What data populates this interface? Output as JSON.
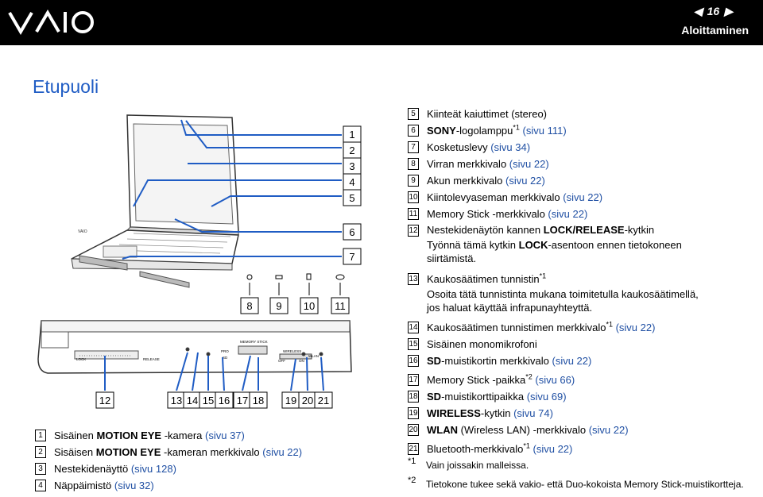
{
  "header": {
    "brand": "VAIO",
    "page_number": "16",
    "section": "Aloittaminen"
  },
  "page_title": "Etupuoli",
  "callouts": {
    "top": [
      "1",
      "2",
      "3",
      "4",
      "5",
      "6",
      "7"
    ],
    "mid": [
      "8",
      "9",
      "10",
      "11"
    ],
    "bottom": [
      "12",
      "13",
      "14",
      "15",
      "16",
      "17",
      "18",
      "19",
      "20",
      "21"
    ]
  },
  "front_labels": {
    "lock": "LOCK",
    "release": "RELEASE",
    "memory_stick": "MEMORY STICK",
    "pro": "PRO",
    "sd": "SD",
    "wireless": "WIRELESS",
    "wlan": "WLAN",
    "off": "OFF",
    "on": "ON",
    "vaio": "VAIO"
  },
  "left_items": [
    {
      "key": "1",
      "pre": "Sisäinen ",
      "bold": "MOTION EYE",
      "post": " -kamera ",
      "link": "(sivu 37)"
    },
    {
      "key": "2",
      "pre": "Sisäisen ",
      "bold": "MOTION EYE",
      "post": " -kameran merkkivalo ",
      "link": "(sivu 22)"
    },
    {
      "key": "3",
      "pre": "Nestekidenäyttö ",
      "bold": "",
      "post": "",
      "link": "(sivu 128)"
    },
    {
      "key": "4",
      "pre": "Näppäimistö ",
      "bold": "",
      "post": "",
      "link": "(sivu 32)"
    }
  ],
  "right_items": [
    {
      "key": "5",
      "pre": "Kiinteät kaiuttimet (stereo)",
      "bold": "",
      "post": "",
      "sup": "",
      "link": ""
    },
    {
      "key": "6",
      "pre": "",
      "bold": "SONY",
      "post": "-logolamppu",
      "sup": "*1",
      "link": " (sivu 111)"
    },
    {
      "key": "7",
      "pre": "Kosketuslevy ",
      "bold": "",
      "post": "",
      "sup": "",
      "link": "(sivu 34)"
    },
    {
      "key": "8",
      "pre": "Virran merkkivalo ",
      "bold": "",
      "post": "",
      "sup": "",
      "link": "(sivu 22)"
    },
    {
      "key": "9",
      "pre": "Akun merkkivalo ",
      "bold": "",
      "post": "",
      "sup": "",
      "link": "(sivu 22)"
    },
    {
      "key": "10",
      "pre": "Kiintolevyaseman merkkivalo ",
      "bold": "",
      "post": "",
      "sup": "",
      "link": "(sivu 22)"
    },
    {
      "key": "11",
      "pre": "Memory Stick -merkkivalo ",
      "bold": "",
      "post": "",
      "sup": "",
      "link": "(sivu 22)"
    },
    {
      "key": "12",
      "pre": "Nestekidenäytön kannen ",
      "bold": "LOCK/RELEASE",
      "post": "-kytkin",
      "sup": "",
      "link": "",
      "desc": [
        "Työnnä tämä kytkin ",
        "LOCK",
        "-asentoon ennen tietokoneen",
        "siirtämistä."
      ]
    },
    {
      "key": "13",
      "pre": "Kaukosäätimen tunnistin",
      "bold": "",
      "post": "",
      "sup": "*1",
      "link": "",
      "desc": [
        "Osoita tätä tunnistinta mukana toimitetulla kaukosäätimellä,",
        "jos haluat käyttää infrapunayhteyttä."
      ]
    },
    {
      "key": "14",
      "pre": "Kaukosäätimen tunnistimen merkkivalo",
      "bold": "",
      "post": "",
      "sup": "*1",
      "link": " (sivu 22)"
    },
    {
      "key": "15",
      "pre": "Sisäinen monomikrofoni",
      "bold": "",
      "post": "",
      "sup": "",
      "link": ""
    },
    {
      "key": "16",
      "pre": "",
      "bold": "SD",
      "post": "-muistikortin merkkivalo ",
      "sup": "",
      "link": "(sivu 22)"
    },
    {
      "key": "17",
      "pre": "Memory Stick -paikka",
      "bold": "",
      "post": "",
      "sup": "*2",
      "link": " (sivu 66)"
    },
    {
      "key": "18",
      "pre": "",
      "bold": "SD",
      "post": "-muistikorttipaikka ",
      "sup": "",
      "link": "(sivu 69)"
    },
    {
      "key": "19",
      "pre": "",
      "bold": "WIRELESS",
      "post": "-kytkin ",
      "sup": "",
      "link": "(sivu 74)"
    },
    {
      "key": "20",
      "pre": "",
      "bold": "WLAN",
      "post": " (Wireless LAN) -merkkivalo ",
      "sup": "",
      "link": "(sivu 22)"
    },
    {
      "key": "21",
      "pre": "Bluetooth-merkkivalo",
      "bold": "",
      "post": "",
      "sup": "*1",
      "link": " (sivu 22)"
    }
  ],
  "footnotes": [
    {
      "mark": "*1",
      "text": "Vain joissakin malleissa."
    },
    {
      "mark": "*2",
      "text": "Tietokone tukee sekä vakio- että Duo-kokoista Memory Stick-muistikortteja."
    }
  ],
  "colors": {
    "header_bg": "#000000",
    "title": "#1f5cc4",
    "link": "#1f4fa3"
  }
}
